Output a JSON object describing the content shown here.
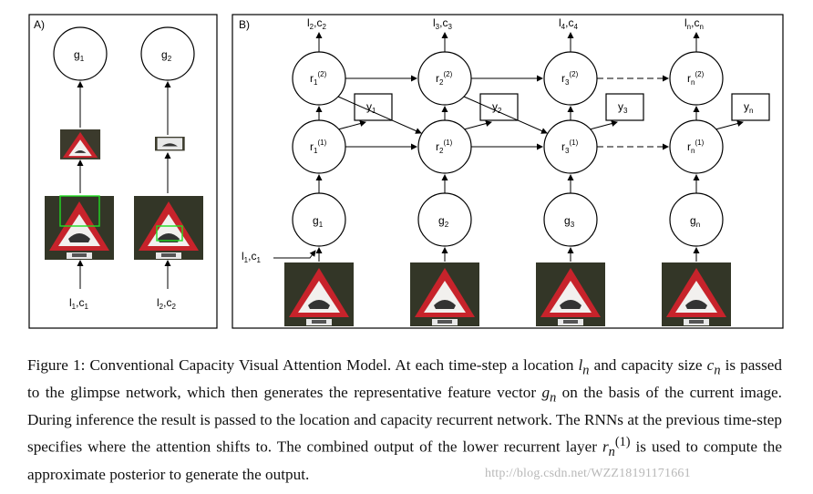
{
  "panels": {
    "a": {
      "label": "A)",
      "nodes": [
        {
          "id": "g1",
          "text": "g",
          "sub": "1"
        },
        {
          "id": "g2",
          "text": "g",
          "sub": "2"
        }
      ],
      "inputs": [
        {
          "text": "l",
          "sub1": "1",
          "sep": ",c",
          "sub2": "1"
        },
        {
          "text": "l",
          "sub1": "2",
          "sep": ",c",
          "sub2": "2"
        }
      ]
    },
    "b": {
      "label": "B)",
      "top_outputs": [
        {
          "text": "l",
          "sub1": "2",
          "sep": ",c",
          "sub2": "2"
        },
        {
          "text": "l",
          "sub1": "3",
          "sep": ",c",
          "sub2": "3"
        },
        {
          "text": "l",
          "sub1": "4",
          "sep": ",c",
          "sub2": "4"
        },
        {
          "text": "l",
          "sub1": "n",
          "sep": ",c",
          "sub2": "n"
        }
      ],
      "r2": [
        {
          "text": "r",
          "sub": "1",
          "sup": "(2)"
        },
        {
          "text": "r",
          "sub": "2",
          "sup": "(2)"
        },
        {
          "text": "r",
          "sub": "3",
          "sup": "(2)"
        },
        {
          "text": "r",
          "sub": "n",
          "sup": "(2)"
        }
      ],
      "r1": [
        {
          "text": "r",
          "sub": "1",
          "sup": "(1)"
        },
        {
          "text": "r",
          "sub": "2",
          "sup": "(1)"
        },
        {
          "text": "r",
          "sub": "3",
          "sup": "(1)"
        },
        {
          "text": "r",
          "sub": "n",
          "sup": "(1)"
        }
      ],
      "y": [
        {
          "text": "y",
          "sub": "1"
        },
        {
          "text": "y",
          "sub": "2"
        },
        {
          "text": "y",
          "sub": "3"
        },
        {
          "text": "y",
          "sub": "n"
        }
      ],
      "g": [
        {
          "text": "g",
          "sub": "1"
        },
        {
          "text": "g",
          "sub": "2"
        },
        {
          "text": "g",
          "sub": "3"
        },
        {
          "text": "g",
          "sub": "n"
        }
      ],
      "input": {
        "text": "l",
        "sub1": "1",
        "sep": ",c",
        "sub2": "1"
      }
    }
  },
  "caption": {
    "p1": "Figure 1:  Conventional Capacity Visual Attention Model.  At each time-step a location ",
    "m1": "l",
    "m1sub": "n",
    "p2": " and capacity size ",
    "m2": "c",
    "m2sub": "n",
    "p3": " is passed to the glimpse network, which then generates the representative feature vector ",
    "m3": "g",
    "m3sub": "n",
    "p4": " on the basis of the current image.  During inference the result is passed to the location and capacity recurrent network.  The RNNs at the previous time-step specifies where the attention shifts to.  The combined output of the lower recurrent layer ",
    "m4": "r",
    "m4sub": "n",
    "m4sup": "(1)",
    "p5": " is used to compute the approximate posterior to generate the output."
  },
  "watermark": "http://blog.csdn.net/WZZ18191171661",
  "colors": {
    "glimpse_box": "#22dd22",
    "sign_red": "#c8222a",
    "background_image": "#3a3a30"
  }
}
